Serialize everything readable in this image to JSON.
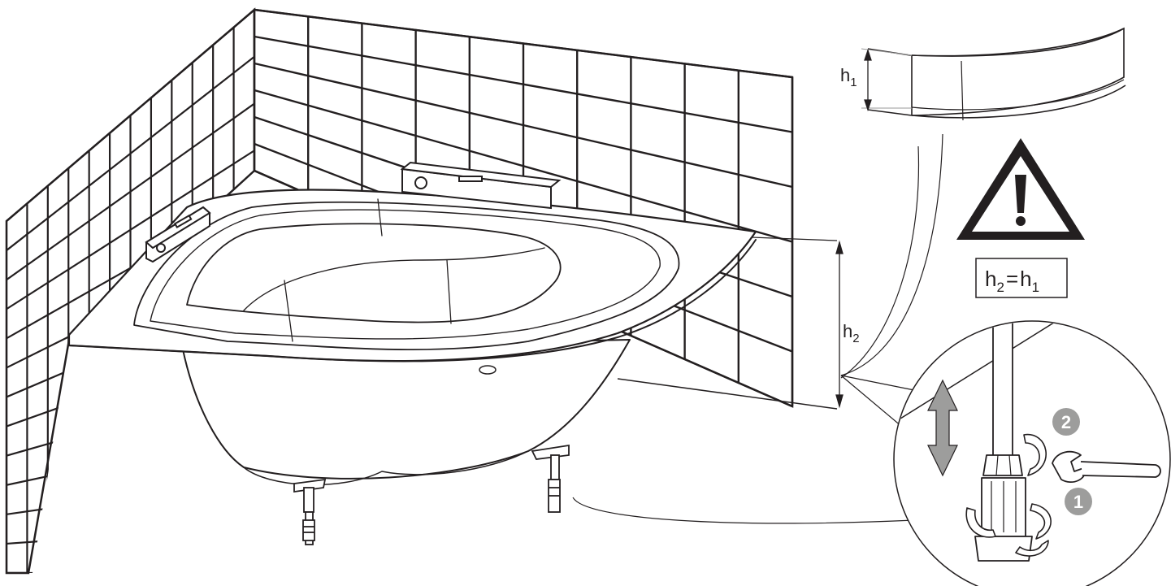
{
  "diagram": {
    "labels": {
      "h1": "h",
      "h1_sub": "1",
      "h2": "h",
      "h2_sub": "2"
    },
    "equation": {
      "left": "h",
      "left_sub": "2",
      "eq": "=",
      "right": "h",
      "right_sub": "1"
    },
    "warning_symbol": "!",
    "steps": [
      {
        "number": "1"
      },
      {
        "number": "2"
      }
    ],
    "colors": {
      "line": "#231f20",
      "step_badge": "#9d9d9c",
      "warning": "#231f20",
      "background": "#ffffff"
    },
    "icons": [
      "warning-triangle-icon",
      "wrench-icon",
      "adjust-arrow-icon",
      "rotate-arrow-icon"
    ]
  }
}
